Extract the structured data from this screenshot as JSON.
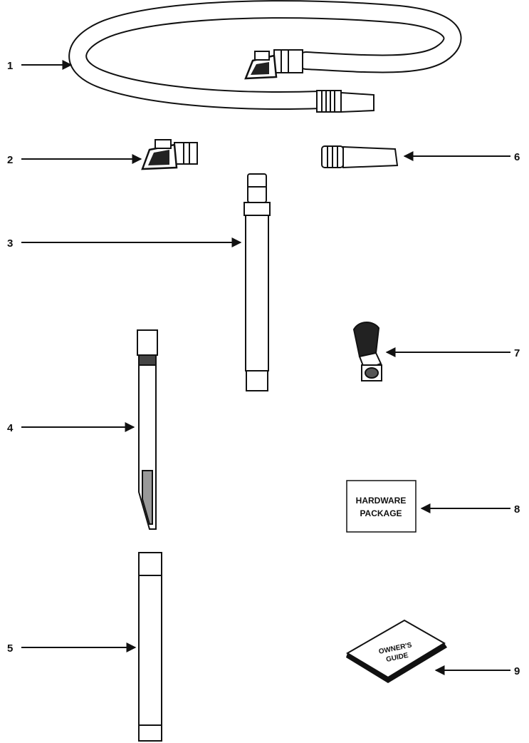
{
  "callouts": [
    {
      "number": "1",
      "part": "hose"
    },
    {
      "number": "2",
      "part": "hose-swivel-end"
    },
    {
      "number": "3",
      "part": "extension-wand"
    },
    {
      "number": "4",
      "part": "crevice-tool"
    },
    {
      "number": "5",
      "part": "wand-tube"
    },
    {
      "number": "6",
      "part": "hose-cuff"
    },
    {
      "number": "7",
      "part": "dusting-brush"
    },
    {
      "number": "8",
      "part": "hardware-package"
    },
    {
      "number": "9",
      "part": "owners-guide"
    }
  ],
  "hardware_package": {
    "line1": "HARDWARE",
    "line2": "PACKAGE"
  },
  "owners_guide": {
    "line1": "OWNER'S",
    "line2": "GUIDE"
  },
  "colors": {
    "line": "#111111",
    "fill": "#ffffff",
    "shade": "#bdbdbd"
  }
}
